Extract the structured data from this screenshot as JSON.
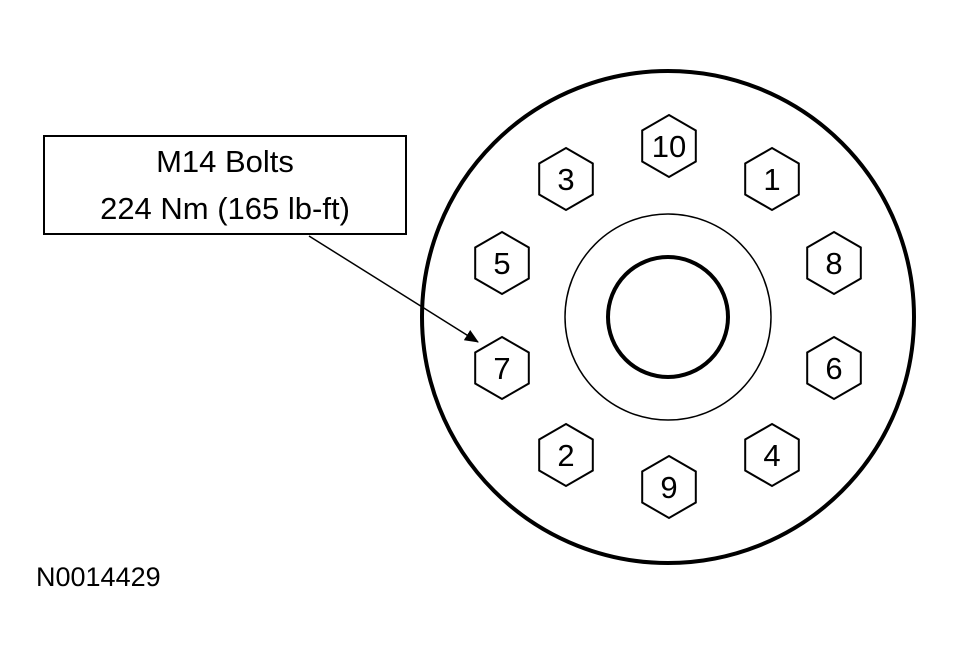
{
  "callout": {
    "line1": "M14 Bolts",
    "line2": "224 Nm (165 lb-ft)"
  },
  "figure_code": "N0014429",
  "bolts": [
    {
      "label": "10"
    },
    {
      "label": "1"
    },
    {
      "label": "8"
    },
    {
      "label": "6"
    },
    {
      "label": "4"
    },
    {
      "label": "9"
    },
    {
      "label": "2"
    },
    {
      "label": "7"
    },
    {
      "label": "5"
    },
    {
      "label": "3"
    }
  ],
  "colors": {
    "stroke": "#000000",
    "background": "#ffffff"
  }
}
